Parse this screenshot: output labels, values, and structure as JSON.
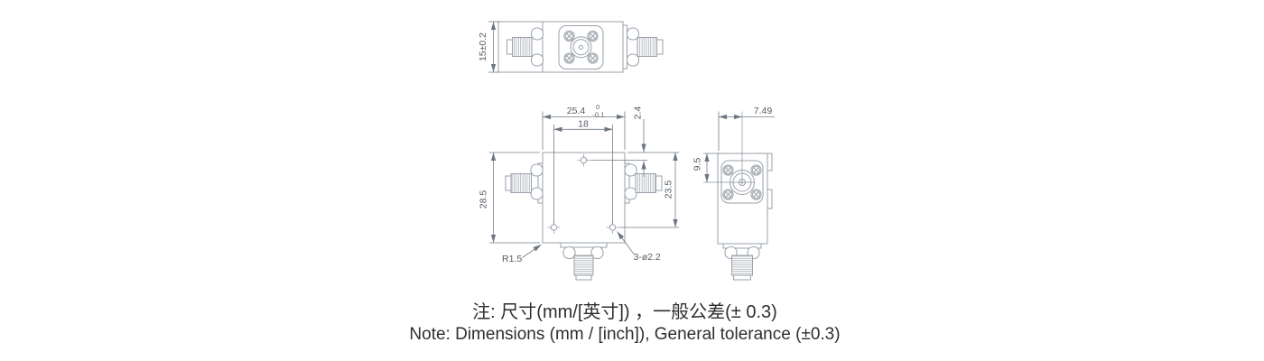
{
  "dims": {
    "depth": "15±0.2",
    "width": "25.4",
    "width_tol_upper": "0",
    "width_tol_lower": "-0.1",
    "hole_spacing": "18",
    "top_hole_offset": "2.4",
    "height": "28.5",
    "bottom_hole_height": "23.5",
    "corner_radius": "R1.5",
    "mount_holes": "3-ø2.2",
    "connector_offset_x": "7.49",
    "connector_offset_y": "9.5"
  },
  "note": {
    "line_zh": "注: 尺寸(mm/[英寸]) ，一般公差(± 0.3)",
    "line_en": "Note: Dimensions (mm / [inch]), General tolerance (±0.3)"
  }
}
